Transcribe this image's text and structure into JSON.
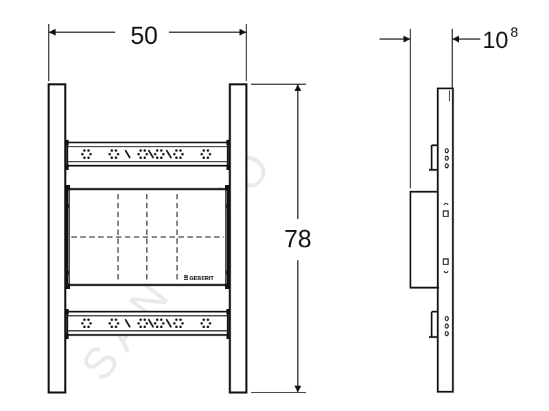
{
  "dimensions": {
    "width_label": "50",
    "height_label": "78",
    "depth_label": "10",
    "depth_superscript": "8"
  },
  "brand_label": "GEBERIT",
  "watermark": "SANITINO"
}
